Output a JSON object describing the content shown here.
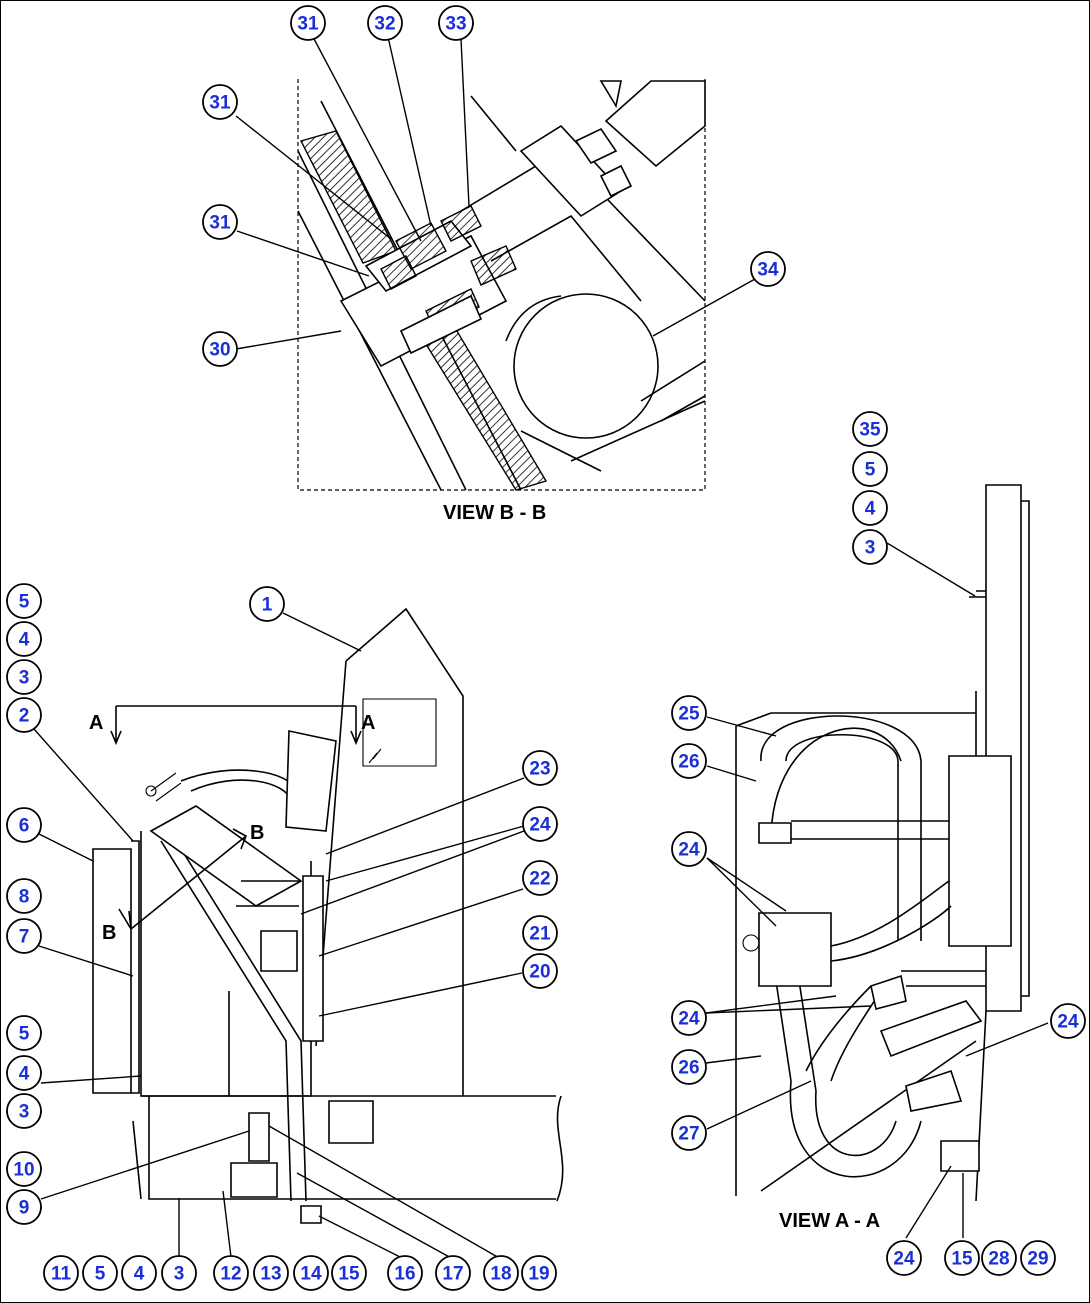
{
  "views": {
    "view_bb": "VIEW B - B",
    "view_aa": "VIEW A - A"
  },
  "section_marks": {
    "a_left": "A",
    "a_right": "A",
    "b_upper": "B",
    "b_lower": "B"
  },
  "callouts": [
    "31",
    "32",
    "33",
    "31",
    "31",
    "34",
    "30",
    "35",
    "5",
    "4",
    "3",
    "1",
    "5",
    "4",
    "3",
    "2",
    "6",
    "8",
    "7",
    "23",
    "24",
    "22",
    "21",
    "20",
    "5",
    "4",
    "3",
    "10",
    "9",
    "11",
    "5",
    "4",
    "3",
    "12",
    "13",
    "14",
    "15",
    "16",
    "17",
    "18",
    "19",
    "25",
    "26",
    "24",
    "24",
    "26",
    "27",
    "24",
    "24",
    "15",
    "28",
    "29"
  ]
}
